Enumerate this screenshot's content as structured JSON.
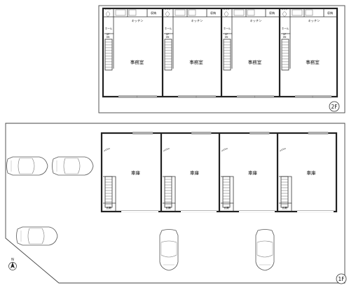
{
  "floor2": {
    "label": "2F",
    "units": [
      {
        "room": "事務室",
        "kitchen": "キッチン",
        "storage": "収納",
        "hall": "ホール",
        "up": "UP",
        "dn": "DN",
        "wc": "トイレ"
      },
      {
        "room": "事務室",
        "kitchen": "キッチン",
        "storage": "収納",
        "hall": "ホール",
        "up": "UP",
        "dn": "DN",
        "wc": "トイレ"
      },
      {
        "room": "事務室",
        "kitchen": "キッチン",
        "storage": "収納",
        "hall": "ホール",
        "up": "UP",
        "dn": "DN",
        "wc": "トイレ"
      },
      {
        "room": "事務室",
        "kitchen": "キッチン",
        "storage": "収納",
        "hall": "ホール",
        "up": "UP",
        "dn": "DN",
        "wc": "トイレ"
      }
    ]
  },
  "floor1": {
    "label": "1F",
    "north": "N",
    "units": [
      {
        "room": "車庫",
        "entrance": "玄関"
      },
      {
        "room": "車庫",
        "entrance": "玄関"
      },
      {
        "room": "車庫",
        "entrance": "玄関"
      },
      {
        "room": "車庫",
        "entrance": "玄関"
      }
    ]
  }
}
